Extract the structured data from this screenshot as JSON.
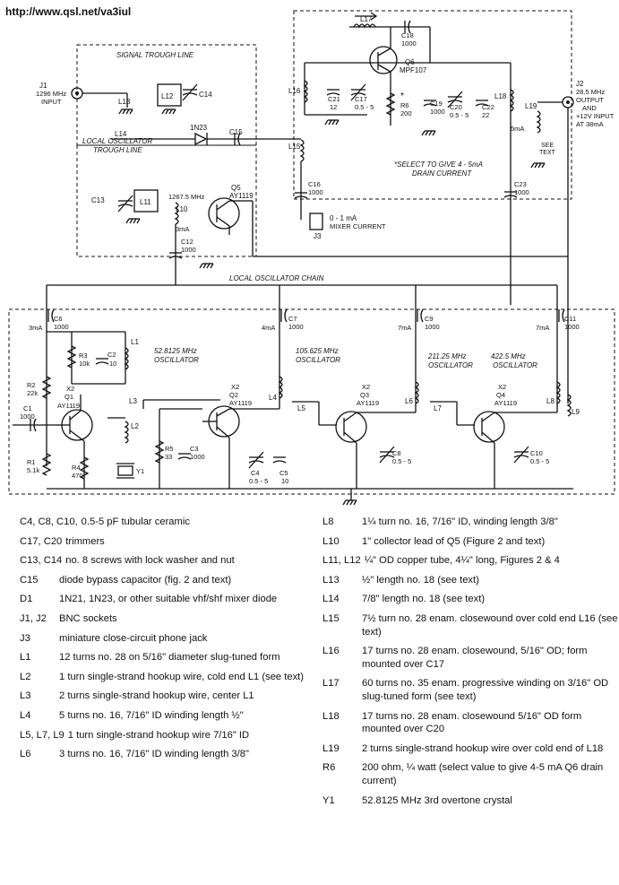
{
  "source_url": "http://www.qsl.net/va3iul",
  "boxes": {
    "signal_trough": "SIGNAL TROUGH LINE",
    "lo_trough_1": "LOCAL OSCILLATOR",
    "lo_trough_2": "TROUGH LINE",
    "lo_chain": "LOCAL   OSCILLATOR   CHAIN"
  },
  "connectors": {
    "j1": [
      "J1",
      "1296 MHz",
      "INPUT"
    ],
    "j2": [
      "J2",
      "28.5 MHz",
      "OUTPUT",
      "AND",
      "+12V INPUT",
      "AT 38mA"
    ],
    "j3": [
      "0 - 1 mA",
      "MIXER CURRENT",
      "J3"
    ]
  },
  "note": [
    "*SELECT TO GIVE 4 - 5mA",
    "DRAIN CURRENT"
  ],
  "see_text": [
    "SEE",
    "TEXT"
  ],
  "stages": {
    "osc1": [
      "52.8125 MHz",
      "OSCILLATOR"
    ],
    "osc2": [
      "105.625 MHz",
      "OSCILLATOR"
    ],
    "osc3": [
      "211.25 MHz",
      "OSCILLATOR"
    ],
    "osc4": [
      "422.5 MHz",
      "OSCILLATOR"
    ]
  },
  "currents": {
    "c6": "3mA",
    "c7": "4mA",
    "c9": "7mA",
    "c11": "7mA",
    "l10": "3mA",
    "l18": "5mA"
  },
  "labels": {
    "l17": "L17",
    "c18": [
      "C18",
      "1000"
    ],
    "q6": [
      "Q6",
      "MPF107"
    ],
    "l16": "L16",
    "c21": [
      "C21",
      "12"
    ],
    "c17": [
      "C17",
      "0.5 - 5"
    ],
    "r6": [
      "*",
      "R6",
      "200"
    ],
    "c19": [
      "C19",
      "1000"
    ],
    "c20": [
      "C20",
      "0.5 - 5"
    ],
    "c22": [
      "C22",
      "22"
    ],
    "l18": "L18",
    "l19": "L19",
    "l13": "L13",
    "l12": "L12",
    "c14": "C14",
    "d1": "1N23",
    "c15": "C15",
    "l14": "L14",
    "l15": "L15",
    "c16": [
      "C16",
      "1000"
    ],
    "c23": [
      "C23",
      "1000"
    ],
    "c13": "C13",
    "l11": "L11",
    "l10": [
      "1267.5 MHz",
      "L10"
    ],
    "q5": [
      "Q5",
      "AY1119"
    ],
    "c12": [
      "C12",
      "1000"
    ],
    "c6": [
      "C6",
      "1000"
    ],
    "c7": [
      "C7",
      "1000"
    ],
    "c9": [
      "C9",
      "1000"
    ],
    "c11": [
      "C11",
      "1000"
    ],
    "r3": [
      "R3",
      "10k"
    ],
    "c2": [
      "C2",
      "10"
    ],
    "l1": "L1",
    "r2": [
      "R2",
      "22k"
    ],
    "q1": [
      "X2",
      "Q1",
      "AY1119"
    ],
    "c1": [
      "C1",
      "1000"
    ],
    "r1": [
      "R1",
      "5.1k"
    ],
    "r4": [
      "R4",
      "470"
    ],
    "l2": "L2",
    "y1": "Y1",
    "l3": "L3",
    "r5": [
      "R5",
      "33"
    ],
    "c3": [
      "C3",
      "1000"
    ],
    "q2": [
      "X2",
      "Q2",
      "AY1119"
    ],
    "l4": "L4",
    "c4": [
      "C4",
      "0.5 - 5"
    ],
    "c5": [
      "C5",
      "10"
    ],
    "l5": "L5",
    "q3": [
      "X2",
      "Q3",
      "AY1119"
    ],
    "l6": "L6",
    "c8": [
      "C8",
      "0.5 - 5"
    ],
    "l7": "L7",
    "q4": [
      "X2",
      "Q4",
      "AY1119"
    ],
    "l8": "L8",
    "c10": [
      "C10",
      "0.5 - 5"
    ],
    "l9": "L9"
  },
  "parts_left": [
    {
      "ref": "C4, C8, C10,",
      "desc": "0.5-5 pF tubular ceramic"
    },
    {
      "ref": "C17, C20",
      "desc": "trimmers"
    },
    {
      "ref": "C13, C14",
      "desc": "no. 8 screws with lock washer and nut"
    },
    {
      "ref": "C15",
      "desc": "diode bypass capacitor (fig. 2 and text)"
    },
    {
      "ref": "D1",
      "desc": "1N21, 1N23, or other suitable vhf/shf mixer diode"
    },
    {
      "ref": "J1, J2",
      "desc": "BNC sockets"
    },
    {
      "ref": "J3",
      "desc": "miniature close-circuit phone jack"
    },
    {
      "ref": "L1",
      "desc": "12 turns no. 28 on 5/16\" diameter slug-tuned form"
    },
    {
      "ref": "L2",
      "desc": "1 turn single-strand hookup wire, cold end L1 (see text)"
    },
    {
      "ref": "L3",
      "desc": "2 turns single-strand hookup wire, center L1"
    },
    {
      "ref": "L4",
      "desc": "5 turns no. 16, 7/16\" ID winding length ½\""
    },
    {
      "ref": "L5, L7, L9",
      "desc": "1 turn single-strand hookup wire 7/16\" ID"
    },
    {
      "ref": "L6",
      "desc": "3 turns no. 16, 7/16\" ID winding length 3/8\""
    }
  ],
  "parts_right": [
    {
      "ref": "L8",
      "desc": "1¼ turn no. 16, 7/16\" ID, winding length 3/8\""
    },
    {
      "ref": "L10",
      "desc": "1\" collector lead of Q5 (Figure 2 and text)"
    },
    {
      "ref": "L11, L12",
      "desc": "¼\" OD copper tube, 4¼\" long, Figures 2 & 4"
    },
    {
      "ref": "L13",
      "desc": "½\" length no. 18 (see text)"
    },
    {
      "ref": "L14",
      "desc": "7/8\" length no. 18 (see text)"
    },
    {
      "ref": "L15",
      "desc": "7½ turn no. 28 enam. closewound over cold end L16 (see text)"
    },
    {
      "ref": "L16",
      "desc": "17 turns no. 28 enam. closewound, 5/16\" OD; form mounted over C17"
    },
    {
      "ref": "L17",
      "desc": "60 turns no. 35 enam. progressive winding on 3/16\" OD slug-tuned form (see text)"
    },
    {
      "ref": "L18",
      "desc": "17 turns no. 28 enam. closewound 5/16\" OD form mounted over C20"
    },
    {
      "ref": "L19",
      "desc": "2 turns single-strand hookup wire over cold end of L18"
    },
    {
      "ref": "R6",
      "desc": "200 ohm, ¼ watt (select value to give 4-5 mA Q6 drain current)"
    },
    {
      "ref": "Y1",
      "desc": "52.8125 MHz 3rd overtone crystal"
    }
  ]
}
